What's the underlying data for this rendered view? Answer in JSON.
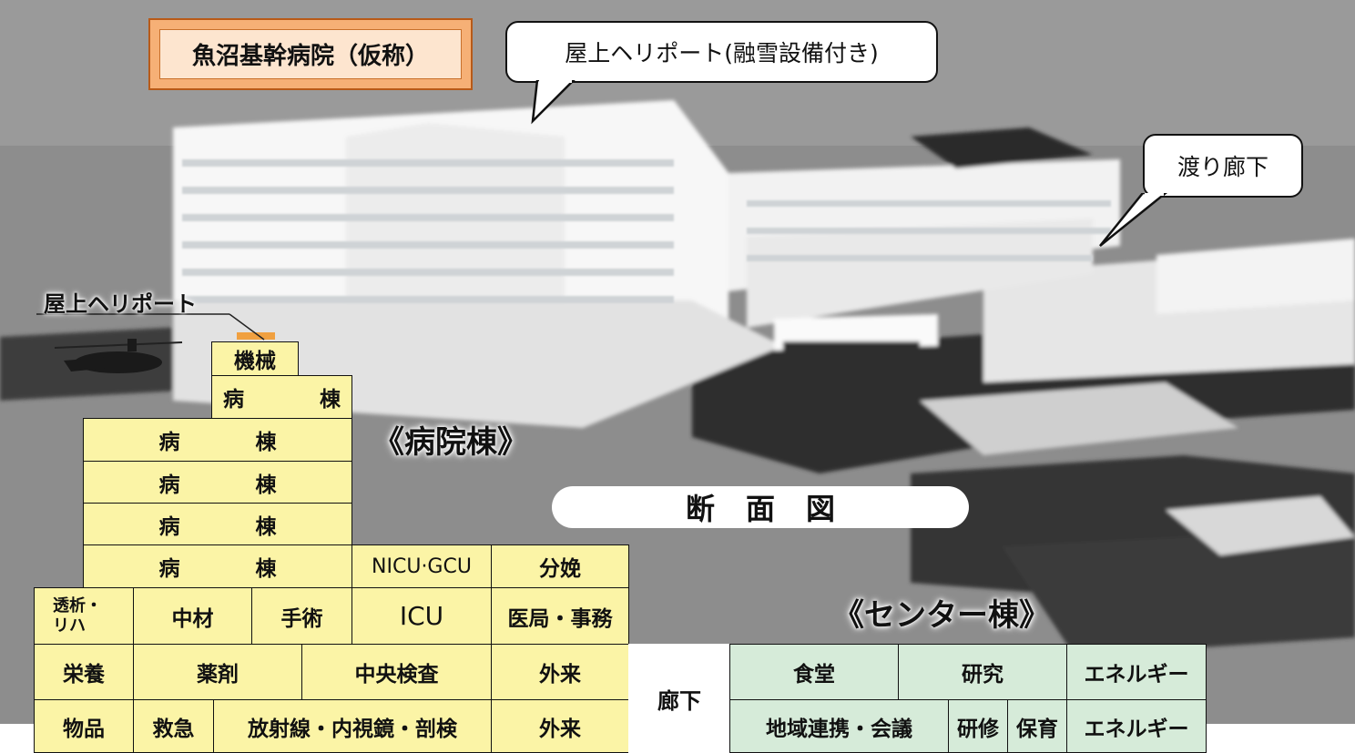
{
  "title": "魚沼基幹病院（仮称）",
  "callouts": {
    "rooftop_heliport_snow": "屋上ヘリポート(融雪設備付き)",
    "corridor_bridge": "渡り廊下",
    "heliport_label": "屋上ヘリポート"
  },
  "sections": {
    "hospital_wing": "《病院棟》",
    "center_wing": "《センター棟》",
    "cross_section": "断面図"
  },
  "hospital_wing": {
    "machine": "機械",
    "ward": "病　棟",
    "ward_floor": "病　棟",
    "nicu": "NICU·GCU",
    "delivery": "分娩",
    "dialysis": "透析・\nリハ",
    "supply": "中材",
    "surgery": "手術",
    "icu": "ICU",
    "medical_office": "医局・事務",
    "nutrition": "栄養",
    "pharmacy": "薬剤",
    "central_lab": "中央検査",
    "outpatient_upper": "外来",
    "goods": "物品",
    "emergency": "救急",
    "radiology": "放射線・内視鏡・剖検",
    "outpatient_lower": "外来"
  },
  "corridor": "廊下",
  "center_wing": {
    "cafeteria": "食堂",
    "research": "研究",
    "energy_upper": "エネルギー",
    "community": "地域連携・会議",
    "training": "研修",
    "childcare": "保育",
    "energy_lower": "エネルギー"
  },
  "colors": {
    "hospital_wing_fill": "#fbf4a6",
    "center_wing_fill": "#d6ebd9",
    "title_fill": "#f6b076",
    "heliport_pad": "#f0a040"
  }
}
